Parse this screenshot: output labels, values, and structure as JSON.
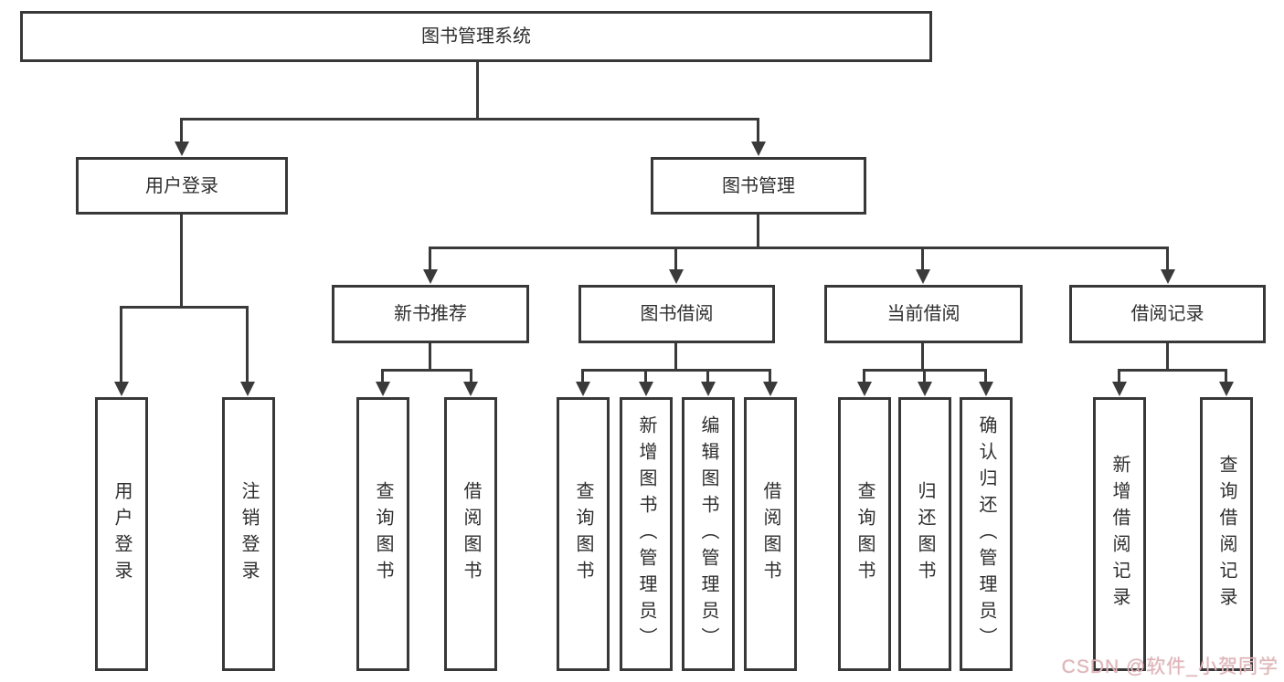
{
  "title": "图书管理系统",
  "tree": {
    "label": "图书管理系统",
    "children": [
      {
        "label": "用户登录",
        "children": [
          {
            "label": "用户登录"
          },
          {
            "label": "注销登录"
          }
        ]
      },
      {
        "label": "图书管理",
        "children": [
          {
            "label": "新书推荐",
            "children": [
              {
                "label": "查询图书"
              },
              {
                "label": "借阅图书"
              }
            ]
          },
          {
            "label": "图书借阅",
            "children": [
              {
                "label": "查询图书"
              },
              {
                "label": "新增图书（管理员）"
              },
              {
                "label": "编辑图书（管理员）"
              },
              {
                "label": "借阅图书"
              }
            ]
          },
          {
            "label": "当前借阅",
            "children": [
              {
                "label": "查询图书"
              },
              {
                "label": "归还图书"
              },
              {
                "label": "确认归还（管理员）"
              }
            ]
          },
          {
            "label": "借阅记录",
            "children": [
              {
                "label": "新增借阅记录"
              },
              {
                "label": "查询借阅记录"
              }
            ]
          }
        ]
      }
    ]
  },
  "watermark": {
    "text": "CSDN @软件_小贺同学",
    "color": "#e2b4b8"
  },
  "colors": {
    "background": "#ffffff",
    "box_border": "#383838",
    "connector": "#3a3a3a",
    "text": "#2e2e2e"
  }
}
